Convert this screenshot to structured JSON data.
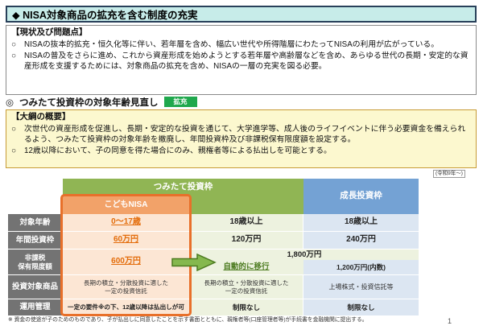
{
  "title": "◆ NISA対象商品の拡充を含む制度の充実",
  "problem_box": {
    "heading": "【現状及び問題点】",
    "bullets": [
      {
        "marker": "○",
        "text": "NISAの抜本的拡充・恒久化等に伴い、若年層を含め、幅広い世代や所得階層にわたってNISAの利用が広がっている。"
      },
      {
        "marker": "○",
        "text": "NISAの普及をさらに進め、これから資産形成を始めようとする若年層や高齢層などを含め、あらゆる世代の長期・安定的な資産形成を支援するためには、対象商品の拡充を含め、NISAの一層の充実を図る必要。"
      }
    ]
  },
  "subsection": {
    "marker": "◎",
    "title": "つみたて投資枠の対象年齢見直し",
    "badge": "拡充"
  },
  "outline_box": {
    "heading": "【大綱の概要】",
    "bullets": [
      {
        "marker": "○",
        "text": "次世代の資産形成を促進し、長期・安定的な投資を通じて、大学進学等、成人後のライフイベントに伴う必要資金を備えられるよう、つみたて投資枠の対象年齢を撤廃し、年間投資枠及び非課税保有限度額を設定する。"
      },
      {
        "marker": "○",
        "text": "12歳以降において、子の同意を得た場合にのみ、親権者等による払出しを可能とする。"
      }
    ]
  },
  "era_note": "(令和9年〜)",
  "table": {
    "headers": {
      "tsumitate": "つみたて投資枠",
      "growth": "成長投資枠",
      "kodomo": "こどもNISA"
    },
    "row_labels": {
      "age": "対象年齢",
      "annual": "年間投資枠",
      "limit_lines": [
        "非課税",
        "保有限度額"
      ],
      "products": "投資対象商品",
      "management": "運用管理"
    },
    "kodomo": {
      "age": "0〜17歳",
      "annual": "60万円",
      "limit": "600万円",
      "products_lines": [
        "長期の積立・分散投資に適した",
        "一定の投資信託"
      ],
      "management": "一定の要件※の下、12歳以降は払出しが可"
    },
    "tsumitate": {
      "age": "18歳以上",
      "annual": "120万円",
      "transfer": "自動的に移行",
      "products_lines": [
        "長期の積立・分散投資に適した",
        "一定の投資信託"
      ],
      "management": "制限なし"
    },
    "growth": {
      "age": "18歳以上",
      "annual": "240万円",
      "limit": "1,200万円(内数)",
      "products": "上場株式・投資信託等",
      "management": "制限なし"
    },
    "shared_limit": "1,800万円"
  },
  "footnote": "※ 資金の使途が子のためのものであり、子が払出しに同意したことを示す書面とともに、親権者等(口座管理者等)が手続書を金融機関に提出する。",
  "page_number": "1",
  "colors": {
    "accent_orange": "#e8702a",
    "badge_green": "#1fa84d",
    "header_green": "#90b554",
    "header_blue": "#74a2d4",
    "title_bg": "#c7ece9",
    "outline_bg": "#fcf8cf"
  }
}
